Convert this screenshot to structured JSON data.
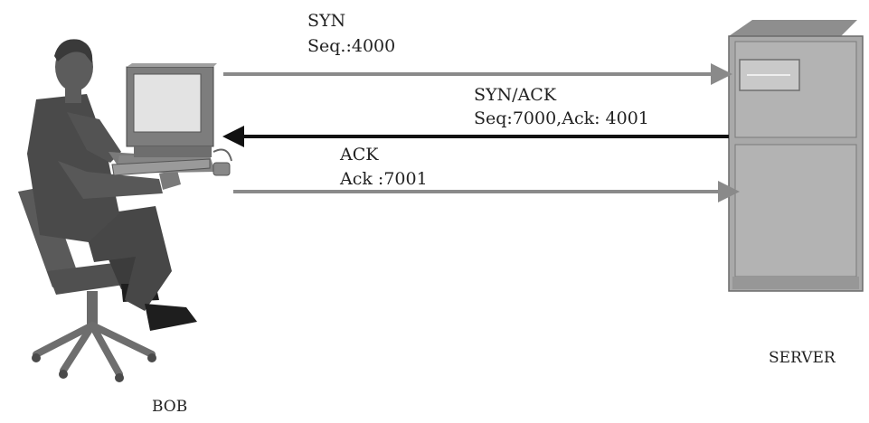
{
  "diagram": {
    "messages": [
      {
        "label_line1": "SYN",
        "label_line2": "Seq.:4000",
        "direction": "client-to-server"
      },
      {
        "label_line1": "SYN/ACK",
        "label_line2": "Seq:7000,Ack: 4001",
        "direction": "server-to-client"
      },
      {
        "label_line1": "ACK",
        "label_line2": "Ack :7001",
        "direction": "client-to-server"
      }
    ],
    "client_label": "BOB",
    "server_label": "SERVER"
  },
  "colors": {
    "arrow_forward": "#8a8a8a",
    "arrow_return": "#111111",
    "figure_dark": "#454545",
    "figure_mid": "#6a6a6a",
    "server_body": "#a9a9a9"
  }
}
